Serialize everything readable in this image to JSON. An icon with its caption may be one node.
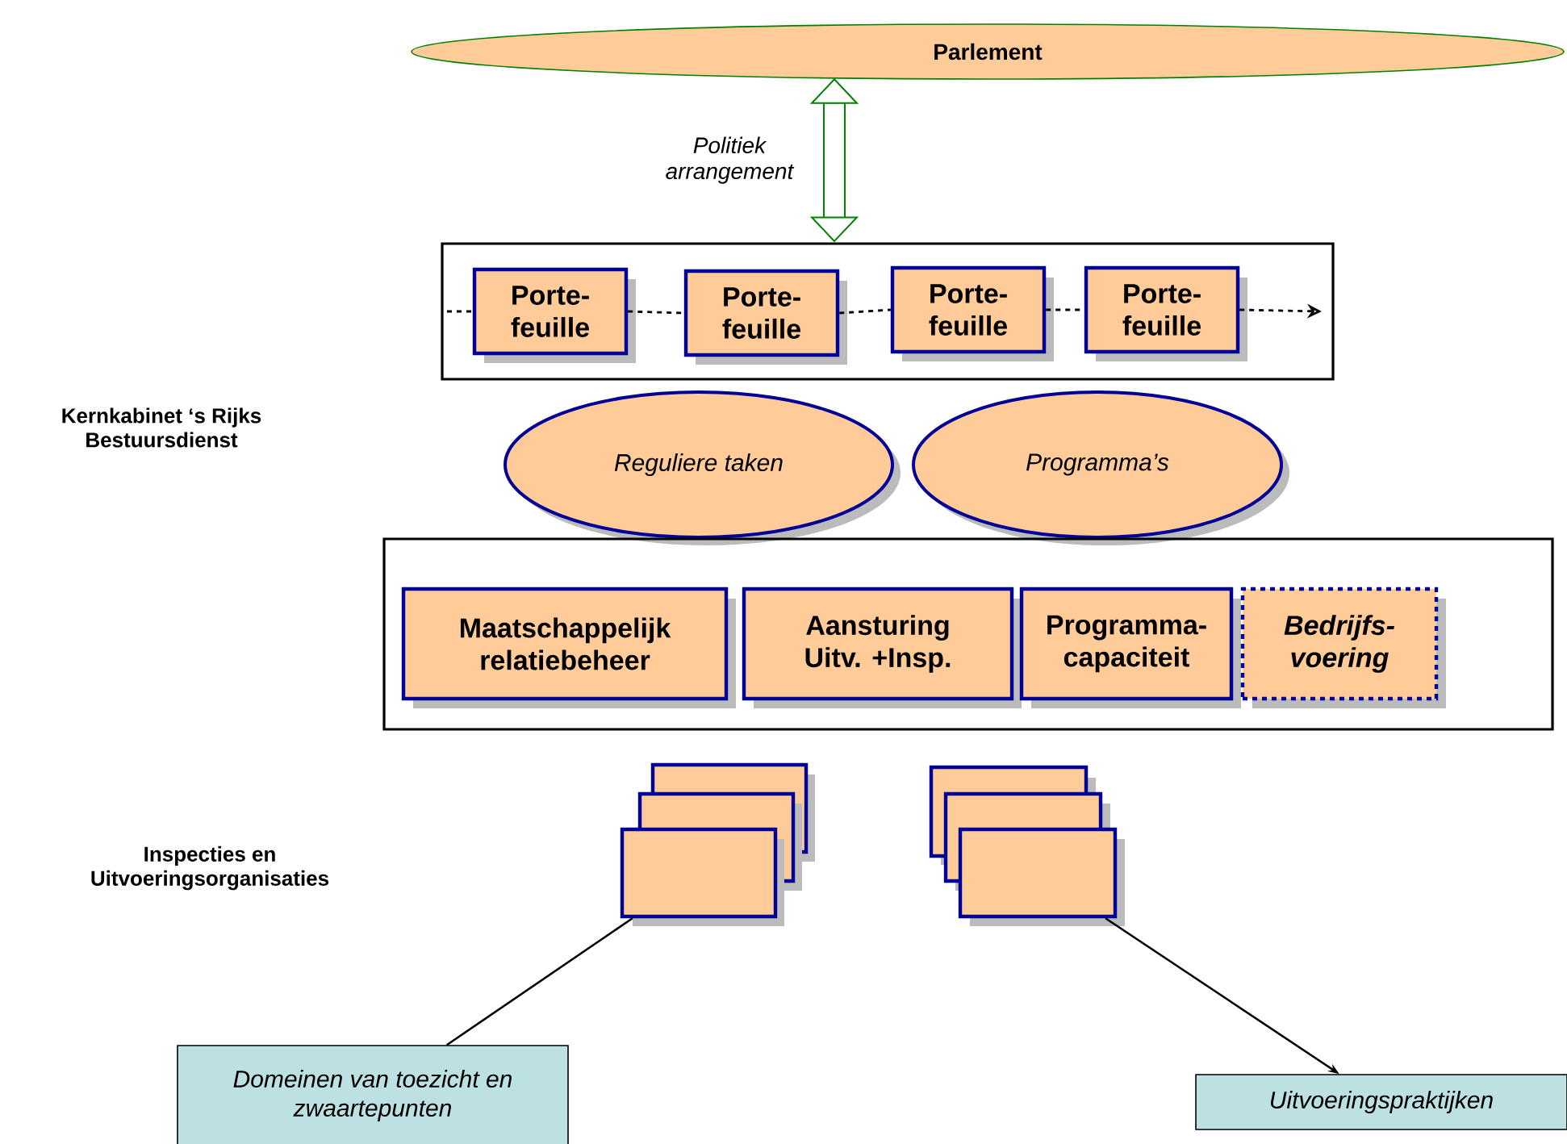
{
  "diagram": {
    "nodes": [
      {
        "text": [
          "Parlement"
        ]
      },
      {
        "text": [],
        "shape": "box"
      },
      {
        "text": [
          "Porte- feuille"
        ],
        "in": 1
      },
      {
        "text": [
          "Porte- feuille"
        ],
        "in": 1
      },
      {
        "text": [
          "Porte- feuille"
        ],
        "in": 1
      },
      {
        "text": [
          "Porte- feuille"
        ],
        "in": 1
      },
      {
        "text": [
          "Reguliere taken"
        ]
      },
      {
        "text": [
          "Programma’s"
        ]
      },
      {
        "text": [],
        "shape": "box"
      },
      {
        "text": [
          "Maatschappelijk relatiebeheer"
        ],
        "in": 8
      },
      {
        "text": [
          "Aansturing Uitv. +Insp."
        ],
        "in": 8
      },
      {
        "text": [
          "Programma- capaciteit"
        ],
        "in": 8
      },
      {
        "text": [
          "Bedrijfs- voering"
        ],
        "in": 8
      },
      {
        "text": [],
        "shape": "box"
      },
      {
        "text": [],
        "shape": "box"
      },
      {
        "text": [],
        "shape": "box"
      },
      {
        "text": [],
        "shape": "box"
      },
      {
        "text": [],
        "shape": "box"
      },
      {
        "text": [],
        "shape": "box"
      },
      {
        "text": [
          "Domeinen van toezicht en zwaartepunten"
        ]
      },
      {
        "text": [
          "Uitvoeringspraktijken"
        ]
      }
    ],
    "edges": [
      {
        "from": 0,
        "to": 1,
        "arrow": "both",
        "label": "Politiek arrangement",
        "style": "thick",
        "color": "#008000"
      },
      {
        "from": null,
        "to": 2,
        "arrow": "none",
        "style": "dashed"
      },
      {
        "from": 2,
        "to": 3,
        "arrow": "none",
        "style": "dashed"
      },
      {
        "from": 3,
        "to": 4,
        "arrow": "none",
        "style": "dashed"
      },
      {
        "from": 4,
        "to": 5,
        "arrow": "none",
        "style": "dashed"
      },
      {
        "from": 5,
        "to": null,
        "arrow": "to",
        "style": "dashed"
      },
      {
        "from": 15,
        "to": 19,
        "arrow": "none"
      },
      {
        "from": 18,
        "to": 20,
        "arrow": "to"
      }
    ],
    "labels": [
      "Kernkabinet ‘s Rijks Bestuursdienst",
      "Inspecties en Uitvoeringsorganisaties"
    ]
  }
}
